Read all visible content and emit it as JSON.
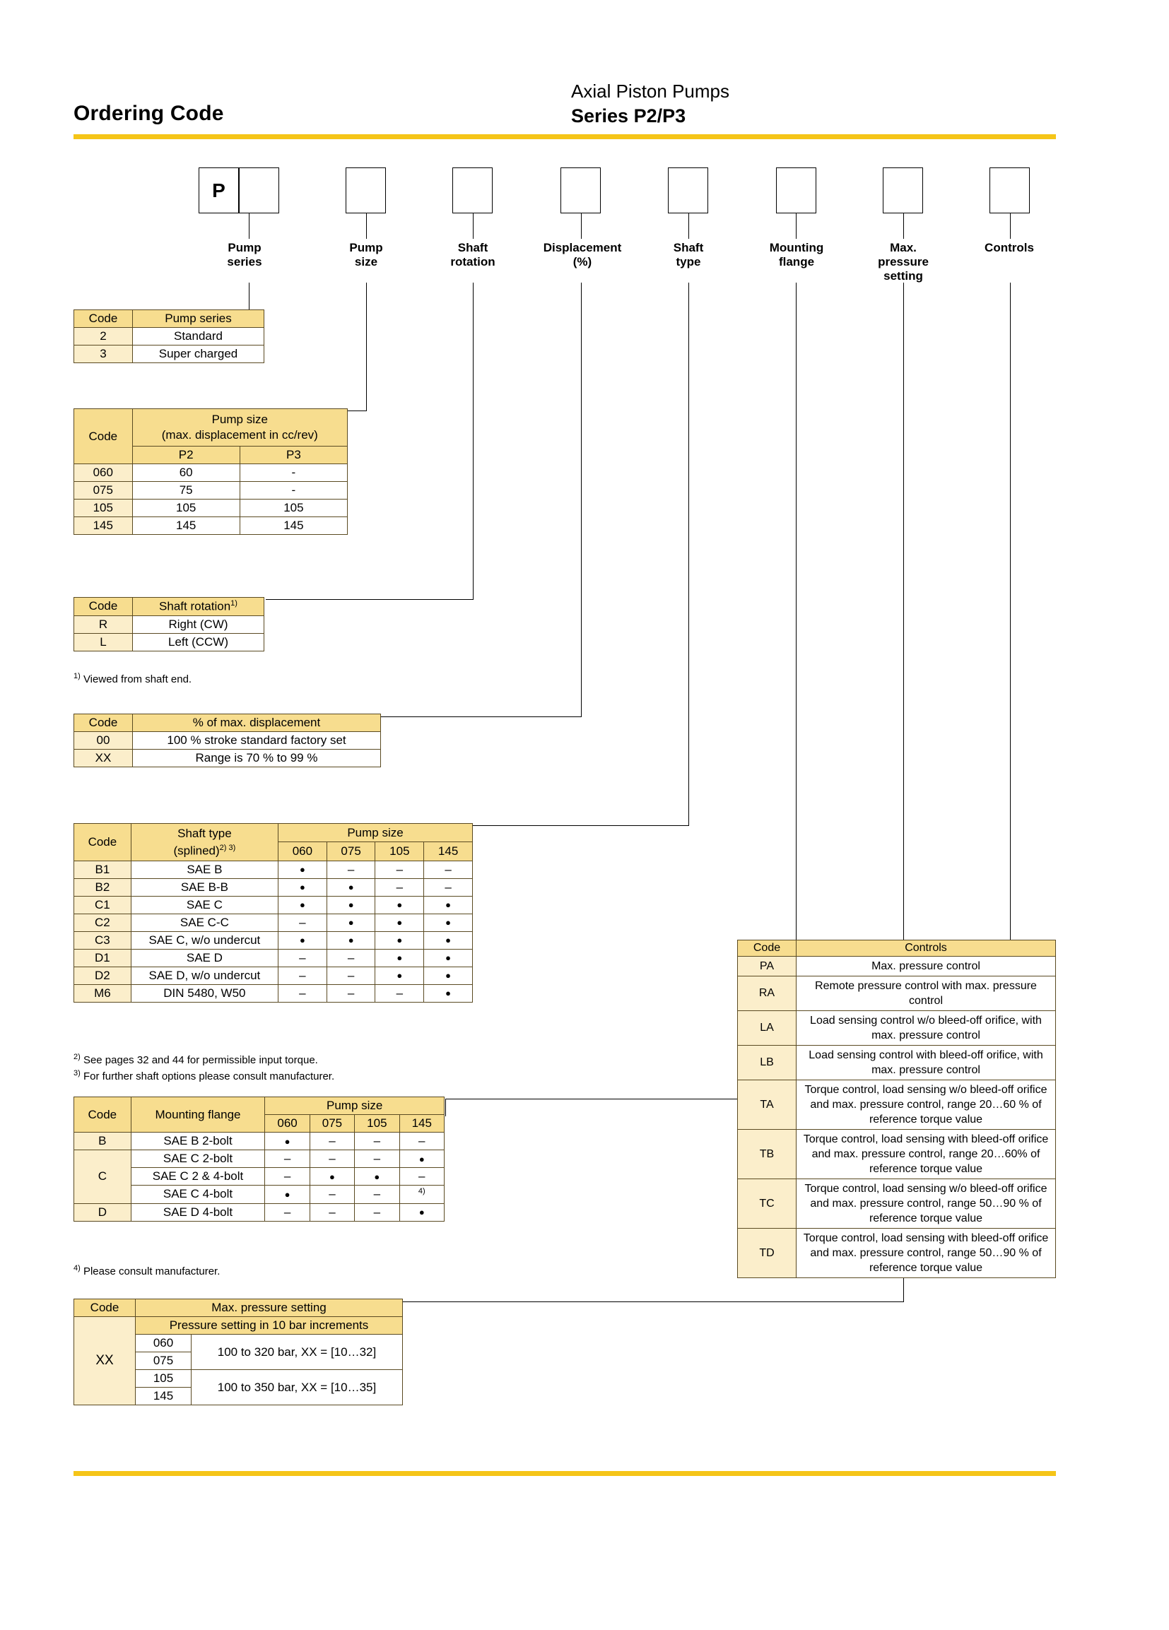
{
  "header": {
    "left_title": "Ordering Code",
    "right_line1": "Axial Piston Pumps",
    "right_line2": "Series P2/P3"
  },
  "code_string": {
    "prefix": "P",
    "fields": [
      {
        "caption_l1": "Pump",
        "caption_l2": "series"
      },
      {
        "caption_l1": "Pump",
        "caption_l2": "size"
      },
      {
        "caption_l1": "Shaft",
        "caption_l2": "rotation"
      },
      {
        "caption_l1": "Displacement",
        "caption_l2": "(%)"
      },
      {
        "caption_l1": "Shaft",
        "caption_l2": "type"
      },
      {
        "caption_l1": "Mounting",
        "caption_l2": "flange"
      },
      {
        "caption_l1": "Max.",
        "caption_l2": "pressure",
        "caption_l3": "setting"
      },
      {
        "caption_l1": "Controls",
        "caption_l2": ""
      }
    ]
  },
  "pump_series_table": {
    "h_code": "Code",
    "h_desc": "Pump series",
    "rows": [
      {
        "code": "2",
        "desc": "Standard"
      },
      {
        "code": "3",
        "desc": "Super charged"
      }
    ]
  },
  "pump_size_table": {
    "h_code": "Code",
    "h_title_l1": "Pump size",
    "h_title_l2": "(max. displacement in cc/rev)",
    "h_p2": "P2",
    "h_p3": "P3",
    "rows": [
      {
        "code": "060",
        "p2": "60",
        "p3": "-"
      },
      {
        "code": "075",
        "p2": "75",
        "p3": "-"
      },
      {
        "code": "105",
        "p2": "105",
        "p3": "105"
      },
      {
        "code": "145",
        "p2": "145",
        "p3": "145"
      }
    ]
  },
  "shaft_rotation_table": {
    "h_code": "Code",
    "h_desc": "Shaft rotation",
    "h_desc_sup": "1)",
    "rows": [
      {
        "code": "R",
        "desc": "Right (CW)"
      },
      {
        "code": "L",
        "desc": "Left (CCW)"
      }
    ],
    "footnote": "Viewed from shaft end.",
    "footnote_sup": "1)"
  },
  "displacement_table": {
    "h_code": "Code",
    "h_desc": "% of max. displacement",
    "rows": [
      {
        "code": "00",
        "desc": "100 % stroke standard factory set"
      },
      {
        "code": "XX",
        "desc": "Range is 70 % to 99 %"
      }
    ]
  },
  "shaft_type_table": {
    "h_code": "Code",
    "h_type_l1": "Shaft type",
    "h_type_l2": "(splined)",
    "h_type_sup": "2) 3)",
    "h_pump_size": "Pump size",
    "sizes": [
      "060",
      "075",
      "105",
      "145"
    ],
    "rows": [
      {
        "code": "B1",
        "type": "SAE B",
        "marks": [
          "dot",
          "dash",
          "dash",
          "dash"
        ]
      },
      {
        "code": "B2",
        "type": "SAE B-B",
        "marks": [
          "dot",
          "dot",
          "dash",
          "dash"
        ]
      },
      {
        "code": "C1",
        "type": "SAE C",
        "marks": [
          "dot",
          "dot",
          "dot",
          "dot"
        ]
      },
      {
        "code": "C2",
        "type": "SAE C-C",
        "marks": [
          "dash",
          "dot",
          "dot",
          "dot"
        ]
      },
      {
        "code": "C3",
        "type": "SAE C, w/o undercut",
        "marks": [
          "dot",
          "dot",
          "dot",
          "dot"
        ]
      },
      {
        "code": "D1",
        "type": "SAE D",
        "marks": [
          "dash",
          "dash",
          "dot",
          "dot"
        ]
      },
      {
        "code": "D2",
        "type": "SAE D, w/o undercut",
        "marks": [
          "dash",
          "dash",
          "dot",
          "dot"
        ]
      },
      {
        "code": "M6",
        "type": "DIN 5480, W50",
        "marks": [
          "dash",
          "dash",
          "dash",
          "dot"
        ]
      }
    ],
    "footnote2_sup": "2)",
    "footnote2": "See pages 32 and 44 for permissible input torque.",
    "footnote3_sup": "3)",
    "footnote3": "For further shaft options please consult manufacturer."
  },
  "mounting_flange_table": {
    "h_code": "Code",
    "h_flange": "Mounting flange",
    "h_pump_size": "Pump size",
    "sizes": [
      "060",
      "075",
      "105",
      "145"
    ],
    "rows": [
      {
        "code": "B",
        "flange": "SAE B 2-bolt",
        "marks": [
          "dot",
          "dash",
          "dash",
          "dash"
        ]
      },
      {
        "code": "C",
        "flange": "SAE C 2-bolt",
        "marks": [
          "dash",
          "dash",
          "dash",
          "dot"
        ]
      },
      {
        "code": "",
        "flange": "SAE C 2 & 4-bolt",
        "marks": [
          "dash",
          "dot",
          "dot",
          "dash"
        ]
      },
      {
        "code": "",
        "flange": "SAE C 4-bolt",
        "marks": [
          "dot",
          "dash",
          "dash",
          "note4"
        ]
      },
      {
        "code": "D",
        "flange": "SAE D 4-bolt",
        "marks": [
          "dash",
          "dash",
          "dash",
          "dot"
        ]
      }
    ],
    "note4_text": "4)",
    "footnote4_sup": "4)",
    "footnote4": "Please consult manufacturer."
  },
  "max_pressure_table": {
    "h_code": "Code",
    "h_title": "Max. pressure setting",
    "h_sub": "Pressure setting in 10 bar increments",
    "code_value": "XX",
    "sizes": [
      "060",
      "075",
      "105",
      "145"
    ],
    "range1": "100 to 320 bar, XX = [10…32]",
    "range2": "100 to 350 bar, XX = [10…35]"
  },
  "controls_table": {
    "h_code": "Code",
    "h_desc": "Controls",
    "rows": [
      {
        "code": "PA",
        "desc": "Max. pressure control"
      },
      {
        "code": "RA",
        "desc": "Remote pressure control with max. pressure control"
      },
      {
        "code": "LA",
        "desc": "Load sensing control w/o bleed-off orifice, with max. pressure control"
      },
      {
        "code": "LB",
        "desc": "Load sensing control with bleed-off orifice, with max. pressure control"
      },
      {
        "code": "TA",
        "desc": "Torque control, load sensing w/o bleed-off orifice and max. pressure control, range 20…60 % of reference torque value"
      },
      {
        "code": "TB",
        "desc": "Torque control, load sensing with bleed-off orifice and max. pressure control, range 20…60% of reference torque value"
      },
      {
        "code": "TC",
        "desc": "Torque control, load sensing w/o bleed-off orifice and max. pressure control, range 50…90 % of reference torque value"
      },
      {
        "code": "TD",
        "desc": "Torque control, load sensing with bleed-off orifice and max. pressure control, range 50…90 % of reference torque value"
      }
    ]
  },
  "colors": {
    "accent_rule": "#f5c518",
    "header_fill": "#f7dd8f",
    "code_fill": "#fbeecb",
    "border": "#5a4a22"
  }
}
